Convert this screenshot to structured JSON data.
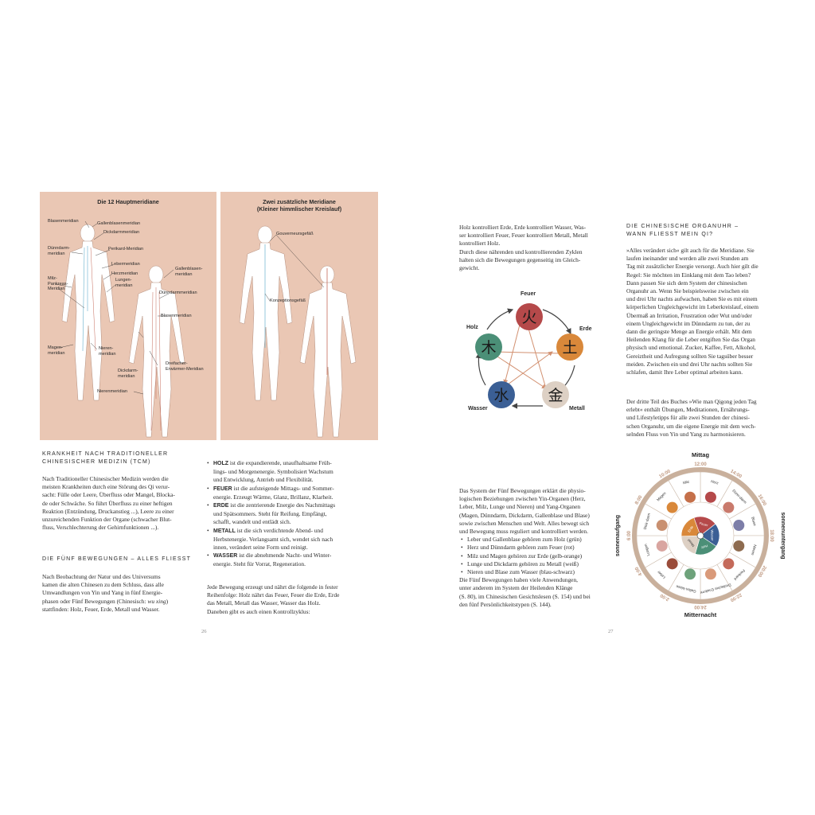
{
  "left_page": {
    "panel1_title": "Die 12 Hauptmeridiane",
    "panel2_title_line1": "Zwei zusätzliche Meridiane",
    "panel2_title_line2": "(Kleiner himmlischer Kreislauf)",
    "meridian_labels": {
      "blasen": "Blasenmeridian",
      "gallenblasen1": "Gallenblasenmeridian",
      "dickdarm1": "Dickdarmmeridian",
      "duenndarm1_l1": "Dünndarm-",
      "duenndarm1_l2": "meridian",
      "perikard": "Perikard-Meridian",
      "leber": "Lebermeridian",
      "herz": "Herzmeridian",
      "lungen_l1": "Lungen-",
      "lungen_l2": "meridian",
      "milz_l1": "Milz-",
      "milz_l2": "Pankreas-",
      "milz_l3": "Meridian",
      "gallenblasen2_l1": "Gallenblasen-",
      "gallenblasen2_l2": "meridian",
      "duenndarm2": "Dünndarmmeridian",
      "blasen2": "Blasenmeridian",
      "magen_l1": "Magen-",
      "magen_l2": "meridian",
      "nieren_l1": "Nieren-",
      "nieren_l2": "meridian",
      "dreifach_l1": "Dreifacher-",
      "dreifach_l2": "Erwärmer-Meridian",
      "dickdarm2_l1": "Dickdarm-",
      "dickdarm2_l2": "meridian",
      "nieren3": "Nierenmeridian",
      "gouverneur": "Gouverneursgefäß",
      "konzeption": "Konzeptionsgefäß"
    },
    "tcm_heading_l1": "Krankheit nach traditioneller",
    "tcm_heading_l2": "chinesischer Medizin (TCM)",
    "tcm_text": [
      "Nach Traditioneller Chinesischer Medizin werden die",
      "meisten Krankheiten durch eine Störung des Qi verur-",
      "sacht: Fülle oder Leere, Überfluss oder Mangel, Blocka-",
      "de oder Schwäche. So führt Überfluss zu einer heftigen",
      "Reaktion (Entzündung, Druckanstieg ...), Leere zu einer",
      "unzureichenden Funktion der Organe (schwacher Blut-",
      "fluss, Verschlechterung der Gehirnfunktionen ...)."
    ],
    "fuenf_heading": "Die fünf Bewegungen – alles fliesst",
    "fuenf_text": [
      "Nach Beobachtung der Natur und des Universums",
      "kamen die alten Chinesen zu dem Schluss, dass alle",
      "Umwandlungen von Yin und Yang in fünf Energie-",
      "phasen oder Fünf Bewegungen (Chinesisch: ",
      "wu xing",
      ")",
      "stattfinden: Holz, Feuer, Erde, Metall und Wasser."
    ],
    "elements": [
      {
        "name": "HOLZ",
        "l1": " ist die expandierende, unaufhaltsame Früh-",
        "l2": "lings- und Morgenenergie. Symbolisiert Wachstum",
        "l3": "und Entwicklung, Antrieb und Flexibilität."
      },
      {
        "name": "FEUER",
        "l1": " ist die aufsteigende Mittags- und Sommer-",
        "l2": "energie. Erzeugt Wärme, Glanz, Brillanz, Klarheit.",
        "l3": ""
      },
      {
        "name": "ERDE",
        "l1": " ist die zentrierende Energie des Nachmittags",
        "l2": "und Spätsommers. Steht für Reifung. Empfängt,",
        "l3": "schafft, wandelt und entlädt sich."
      },
      {
        "name": "METALL",
        "l1": " ist die sich verdichtende Abend- und",
        "l2": "Herbstenergie. Verlangsamt sich, wendet sich nach",
        "l3": "innen, verändert seine Form und reinigt."
      },
      {
        "name": "WASSER",
        "l1": " ist die abnehmende Nacht- und Winter-",
        "l2": "energie. Steht für Vorrat, Regeneration.",
        "l3": ""
      }
    ],
    "cycle_text": [
      "Jede Bewegung erzeugt und nährt die folgende in fester",
      "Reihenfolge: Holz nährt das Feuer, Feuer die Erde, Erde",
      "das Metall, Metall das Wasser, Wasser das Holz.",
      "Daneben gibt es auch einen Kontrollzyklus:"
    ],
    "page_number": "26"
  },
  "right_page": {
    "control_text": [
      "Holz kontrolliert Erde, Erde kontrolliert Wasser, Was-",
      "ser kontrolliert Feuer, Feuer kontrolliert Metall, Metall",
      "kontrolliert Holz.",
      "Durch diese nährenden und kontrollierenden Zyklen",
      "halten sich die Bewegungen gegenseitig im Gleich-",
      "gewicht."
    ],
    "five_elements_diagram": {
      "feuer": "Feuer",
      "erde": "Erde",
      "metall": "Metall",
      "wasser": "Wasser",
      "holz": "Holz",
      "glyph_feuer": "火",
      "glyph_erde": "土",
      "glyph_metall": "金",
      "glyph_wasser": "水",
      "glyph_holz": "木",
      "color_feuer": "#b5494a",
      "color_erde": "#d9883a",
      "color_metall": "#ddd0c4",
      "color_wasser": "#3b5f95",
      "color_holz": "#4b8f77"
    },
    "system_text": [
      "Das System der Fünf Bewegungen erklärt die physio-",
      "logischen Beziehungen zwischen Yin-Organen (Herz,",
      "Leber, Milz, Lunge und Nieren) und Yang-Organen",
      "(Magen, Dünndarm, Dickdarm, Gallenblase und Blase)",
      "sowie zwischen Menschen und Welt. Alles bewegt sich",
      "und Bewegung muss reguliert und kontrolliert werden."
    ],
    "organ_bullets": [
      "Leber und Gallenblase gehören zum Holz (grün)",
      "Herz und Dünndarm gehören zum Feuer (rot)",
      "Milz und Magen gehören zur Erde (gelb-orange)",
      "Lunge und Dickdarm gehören zu Metall (weiß)",
      "Nieren und Blase zum Wasser (blau-schwarz)"
    ],
    "anwendungen_text": [
      "Die Fünf Bewegungen haben viele Anwendungen,",
      "unter anderem im System der Heilenden Klänge",
      "(S. 80), im Chinesischen Gesichtslesen (S. 154) und bei",
      "den fünf Persönlichkeitstypen (S. 144)."
    ],
    "organuhr_heading_l1": "Die chinesische Organuhr –",
    "organuhr_heading_l2": "wann fliesst mein Qi?",
    "organuhr_text": [
      "»Alles verändert sich« gilt auch für die Meridiane. Sie",
      "laufen ineinander und werden alle zwei Stunden am",
      "Tag mit zusätzlicher Energie versorgt. Auch hier gilt die",
      "Regel: Sie möchten im Einklang mit dem Tao leben?",
      "Dann passen Sie sich dem System der chinesischen",
      "Organuhr an. Wenn Sie beispielsweise zwischen ein",
      "und drei Uhr nachts aufwachen, haben Sie es mit einem",
      "körperlichen Ungleichgewicht im Leberkreislauf, einem",
      "Übermaß an Irritation, Frustration oder Wut und/oder",
      "einem Ungleichgewicht im Dünndarm zu tun, der zu",
      "dann die geringste Menge an Energie erhält. Mit dem",
      "Heilenden Klang für die Leber entgiften Sie das Organ",
      "physisch und emotional. Zucker, Kaffee, Fett, Alkohol,",
      "Gereiztheit und Aufregung sollten Sie tagsüber besser",
      "meiden. Zwischen ein und drei Uhr nachts sollten Sie",
      "schlafen, damit Ihre Leber optimal arbeiten kann."
    ],
    "dritter_teil_text": [
      "Der dritte Teil des Buches »Wie man Qigong jeden Tag",
      "erlebt« enthält Übungen, Meditationen, Ernährungs-",
      "und Lifestyletipps für alle zwei Stunden der chinesi-",
      "schen Organuhr, um die eigene Energie mit dem wech-",
      "selnden Fluss von Yin und Yang zu harmonisieren."
    ],
    "clock": {
      "mittag": "Mittag",
      "mitternacht": "Mitternacht",
      "sonnenaufgang": "sonnenaufgang",
      "sonnenuntergang": "sonnenuntergang",
      "hours": [
        "12:00",
        "14:00",
        "16:00",
        "18:00",
        "20:00",
        "22:00",
        "24:00",
        "2:00",
        "4:00",
        "6:00",
        "8:00",
        "10:00"
      ],
      "organs": [
        "Herz",
        "Dünn-darm",
        "Blase",
        "Nieren",
        "Perikard",
        "Dreifacher Erwärmer",
        "Gallen-blase",
        "Leber",
        "Lungen",
        "Dick-darm",
        "Magen",
        "Milz"
      ],
      "inner": [
        "Feuer",
        "Wasser",
        "Holz",
        "Metall",
        "Erde"
      ],
      "color_feuer": "#b5494a",
      "color_wasser": "#3b5f95",
      "color_holz": "#4b8f77",
      "color_metall": "#ddd0c4",
      "color_erde": "#d9883a",
      "ring_color": "#c9b09c"
    },
    "page_number": "27"
  }
}
